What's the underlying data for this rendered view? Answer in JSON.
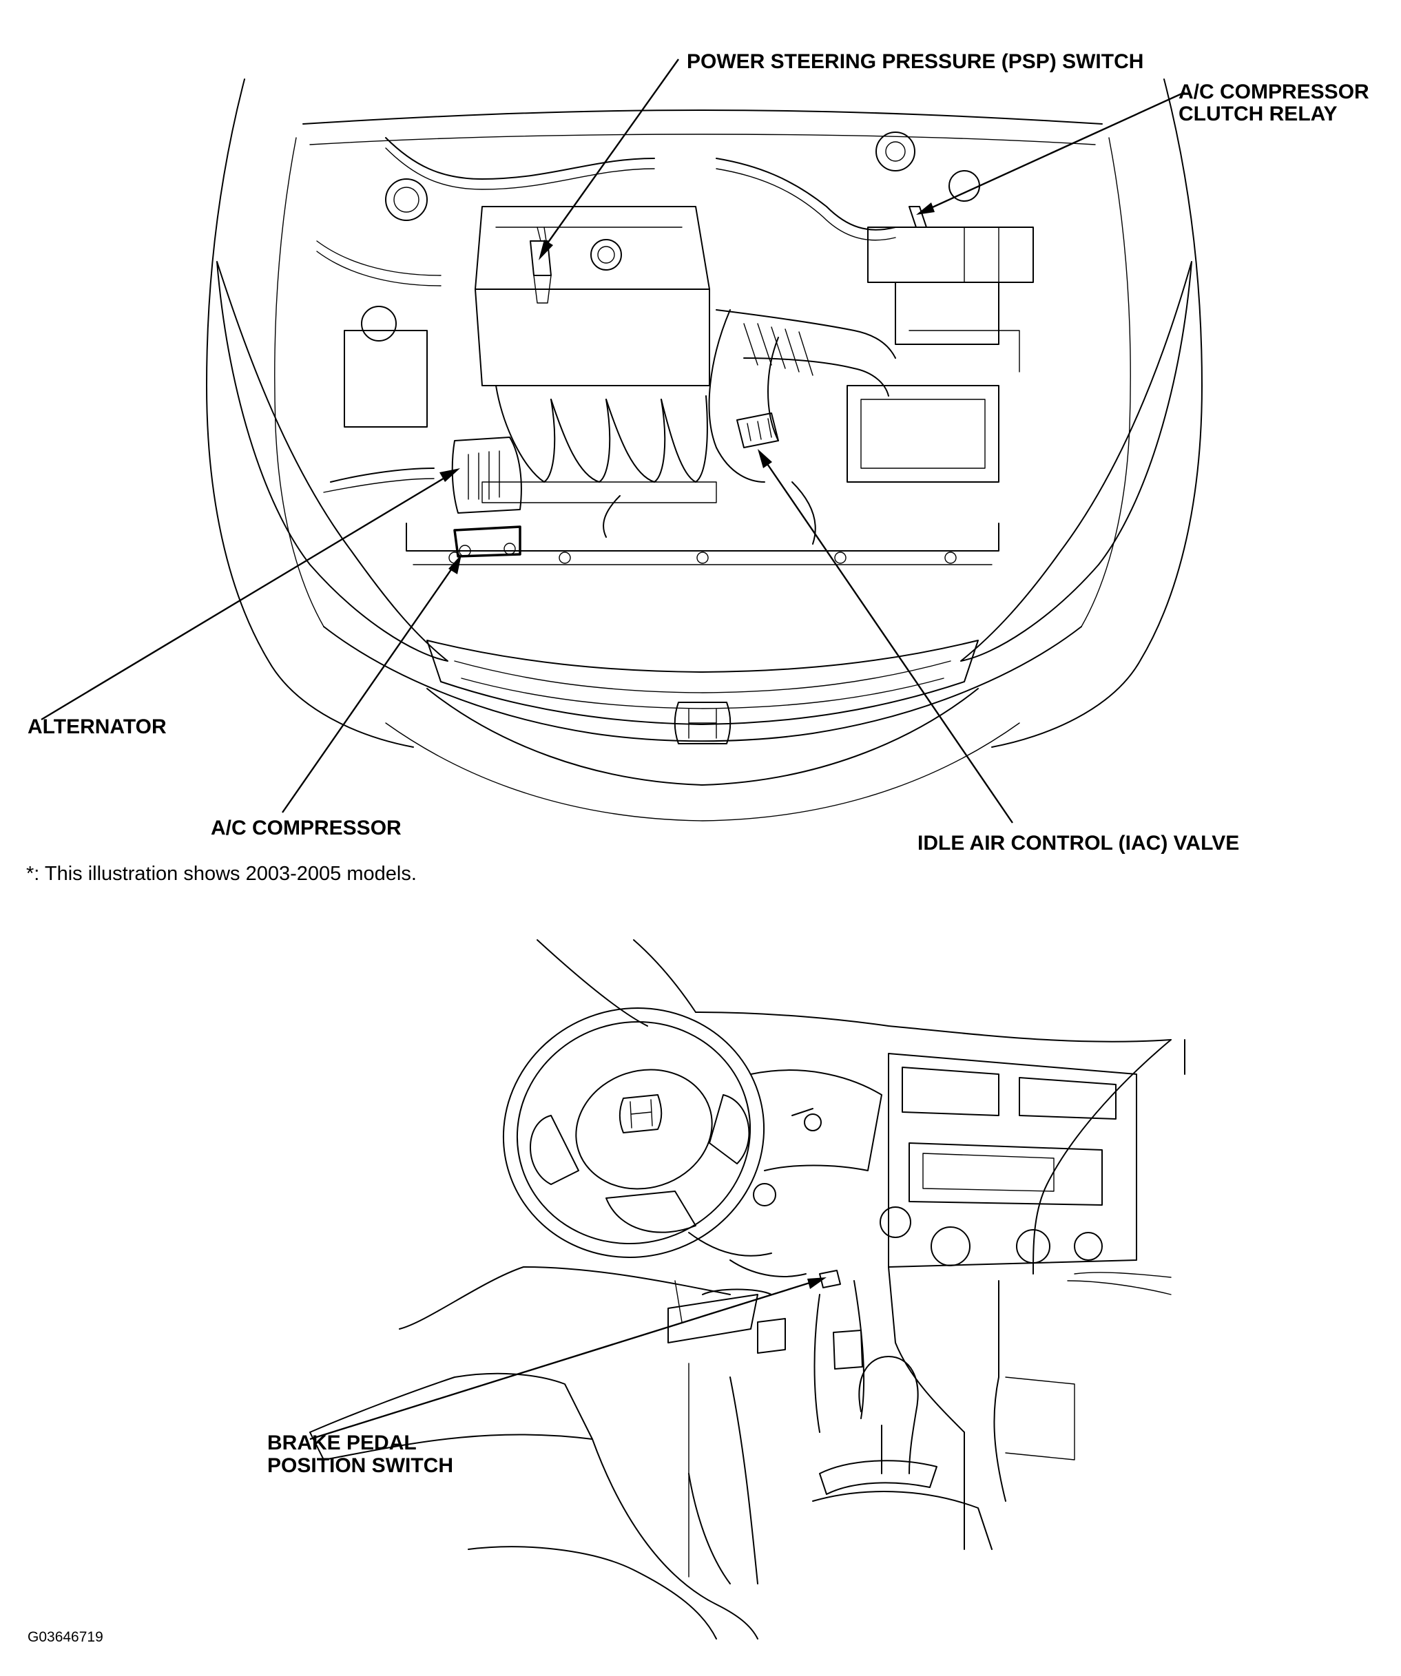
{
  "engine_bay": {
    "labels": {
      "psp_switch": "POWER STEERING PRESSURE (PSP) SWITCH",
      "ac_relay_line1": "A/C COMPRESSOR",
      "ac_relay_line2": "CLUTCH RELAY",
      "alternator": "ALTERNATOR",
      "ac_compressor": "A/C COMPRESSOR",
      "iac_valve": "IDLE AIR CONTROL (IAC) VALVE"
    },
    "note": "*: This illustration shows 2003-2005 models."
  },
  "interior": {
    "labels": {
      "brake_switch_line1": "BRAKE PEDAL",
      "brake_switch_line2": "POSITION SWITCH"
    }
  },
  "figure_code": "G03646719",
  "icons": [
    "honda-logo-icon",
    "honda-logo-icon"
  ]
}
